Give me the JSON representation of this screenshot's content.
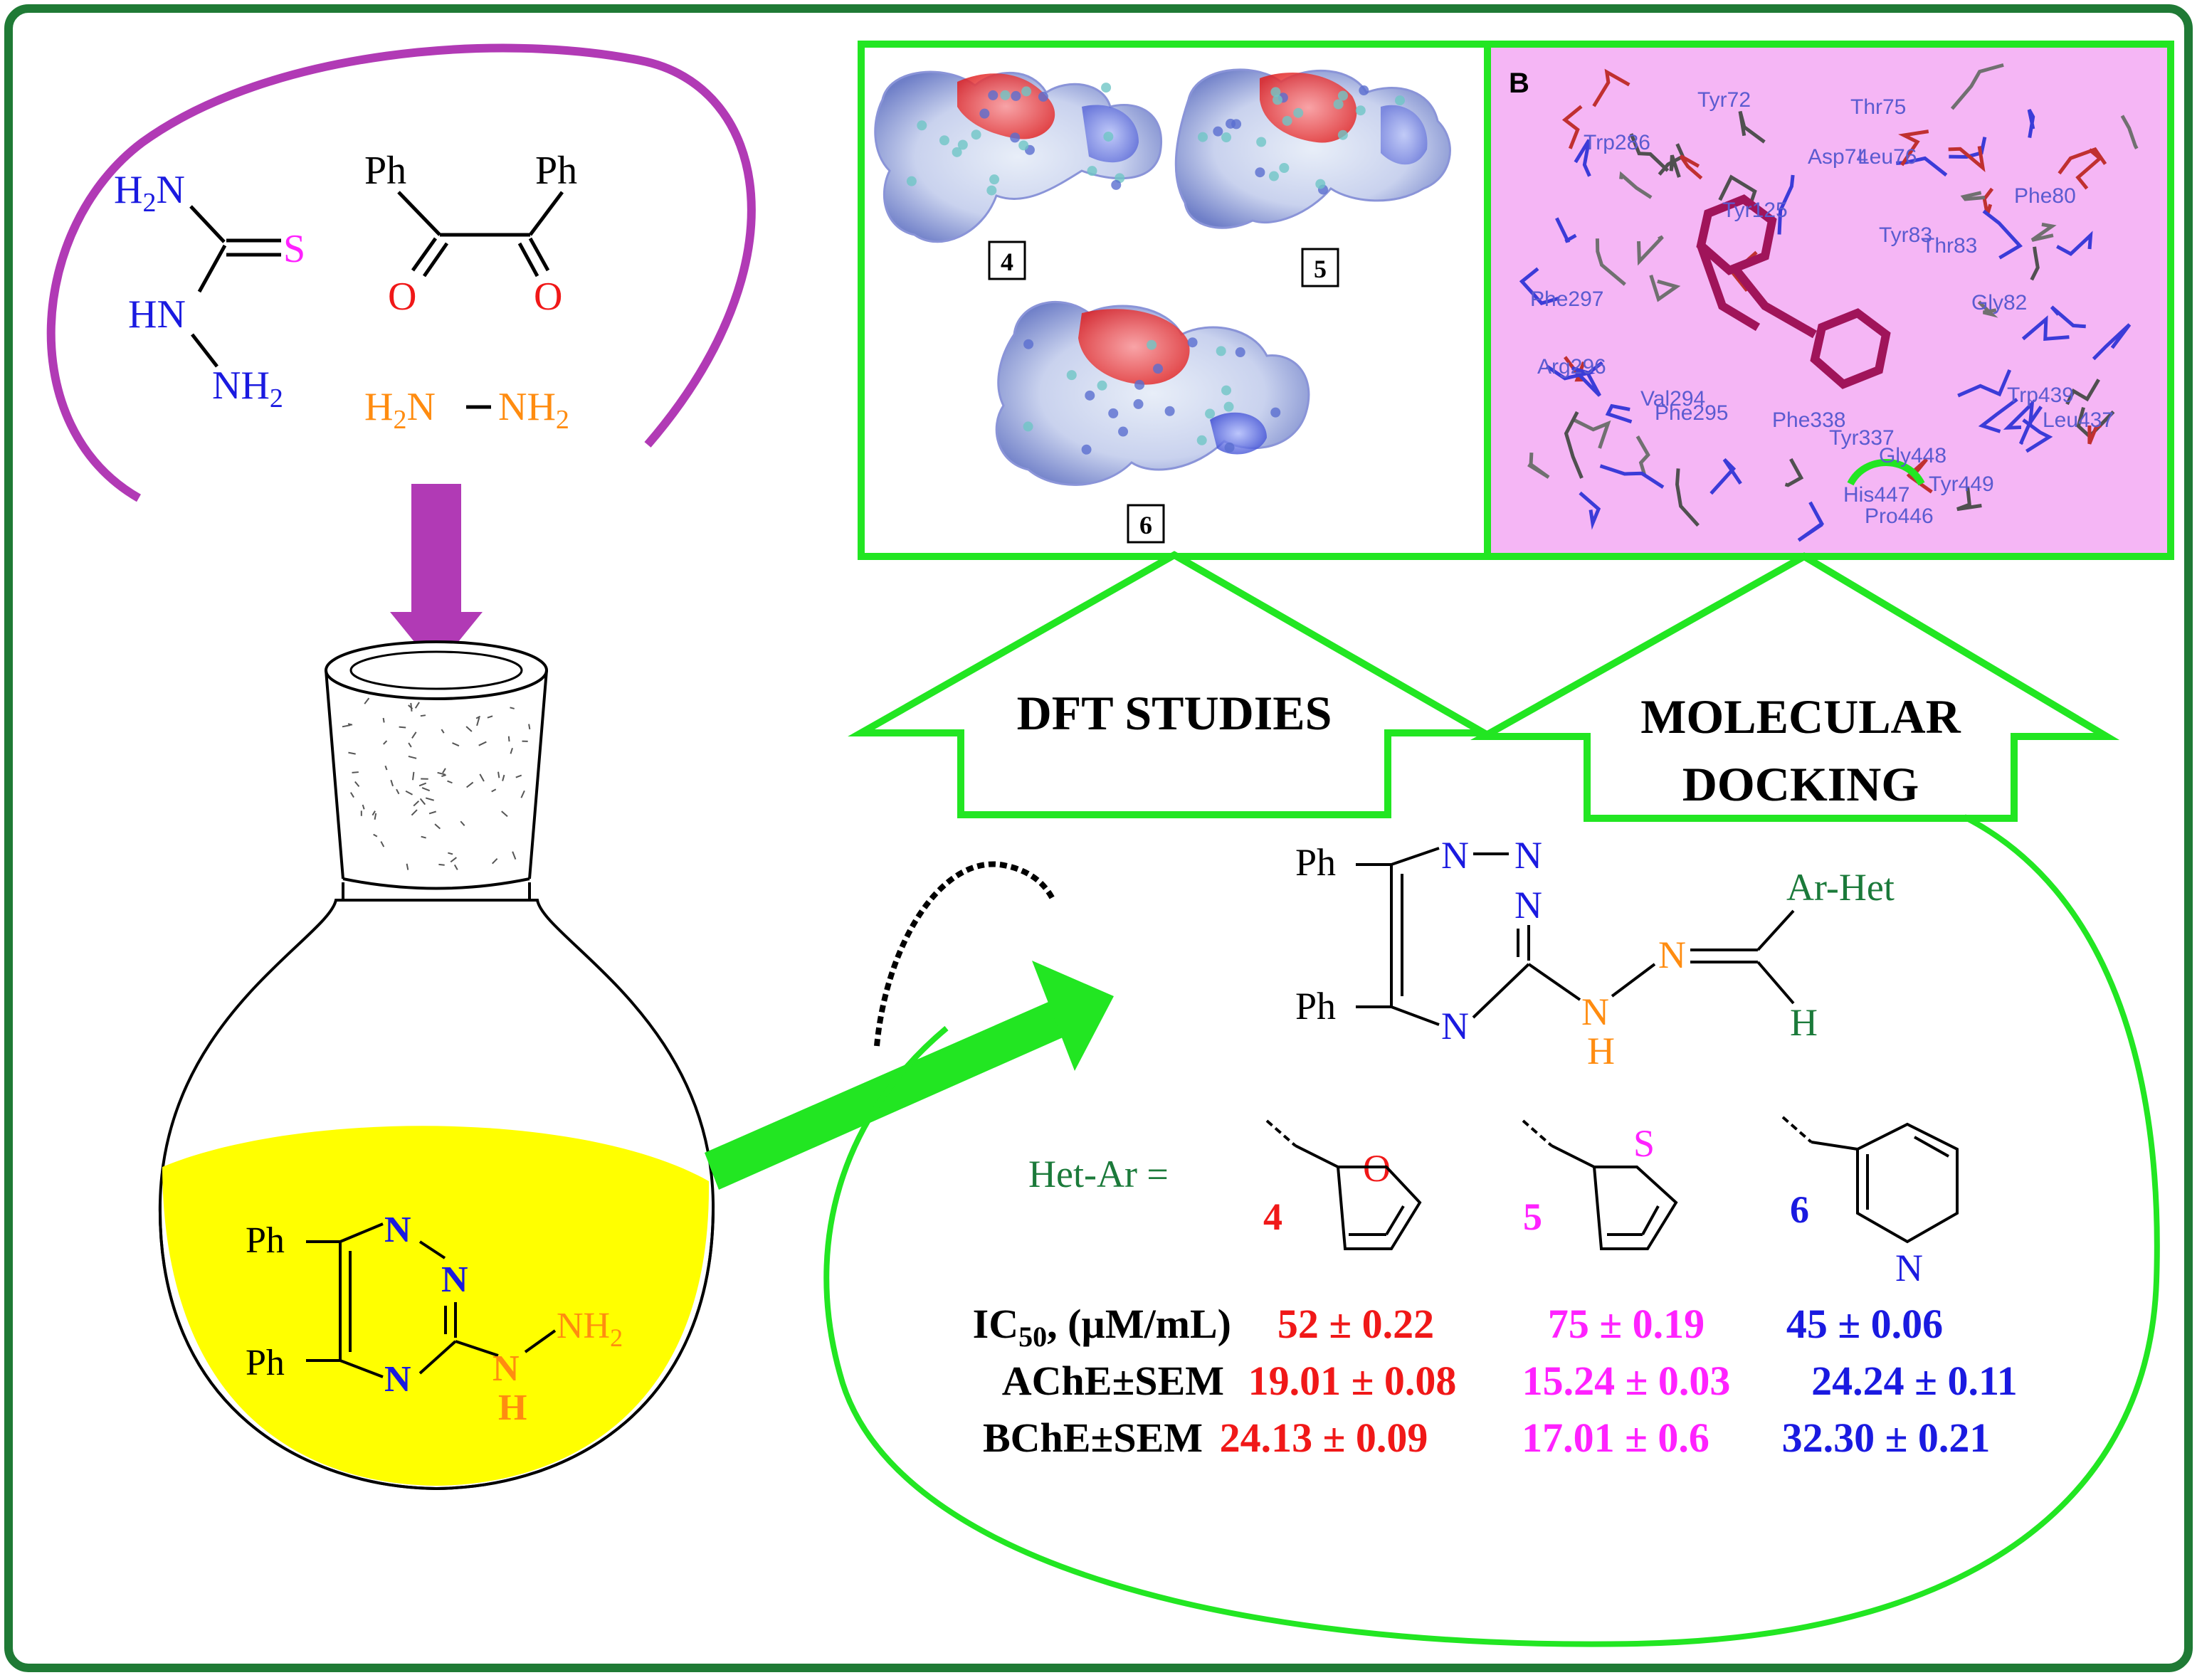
{
  "reagents": {
    "thiosemicarbazide": {
      "h2n": "H",
      "h2n_sub": "2",
      "h2n_n": "N",
      "s": "S",
      "hn": "HN",
      "nh2": "NH",
      "nh2_sub": "2"
    },
    "benzil": {
      "ph_left": "Ph",
      "ph_right": "Ph",
      "o_left": "O",
      "o_right": "O"
    },
    "hydrazine": {
      "left_h": "H",
      "left_sub": "2",
      "left_n": "N",
      "right_nh": "NH",
      "right_sub": "2"
    }
  },
  "flask_product": {
    "ph_top": "Ph",
    "ph_bottom": "Ph",
    "n1": "N",
    "n2": "N",
    "n3": "N",
    "nh2": "NH",
    "nh2_sub": "2",
    "nh_n": "N",
    "nh_h": "H"
  },
  "dft_panel": {
    "labels": [
      "4",
      "5",
      "6"
    ]
  },
  "docking_panel": {
    "corner_label": "B",
    "residues": [
      "Tyr72",
      "Thr75",
      "Trp286",
      "Asp74",
      "Leu76",
      "Phe80",
      "Tyr125",
      "Tyr83",
      "Thr83",
      "Gly82",
      "Phe297",
      "Arg296",
      "Val294",
      "Phe295",
      "Phe338",
      "Tyr337",
      "His447",
      "Gly448",
      "Tyr449",
      "Pro446",
      "Trp439",
      "Leu437"
    ]
  },
  "arrows": {
    "dft": "DFT STUDIES",
    "docking_line1": "MOLECULAR",
    "docking_line2": "DOCKING"
  },
  "general_structure": {
    "ph_top": "Ph",
    "ph_bottom": "Ph",
    "n_a": "N",
    "n_b": "N",
    "n_c": "N",
    "n_d": "N",
    "nh_n": "N",
    "nh_h": "H",
    "ar_het": "Ar-Het",
    "h": "H"
  },
  "het_ar": {
    "label": "Het-Ar =",
    "compounds": [
      {
        "id": "4",
        "hetero": "O"
      },
      {
        "id": "5",
        "hetero": "S"
      },
      {
        "id": "6",
        "hetero": "N"
      }
    ]
  },
  "table": {
    "rows": [
      {
        "label": "IC",
        "label_sub": "50",
        "label_rest": ", (µM/mL)",
        "values": [
          "52 ± 0.22",
          "75 ± 0.19",
          "45 ± 0.06"
        ]
      },
      {
        "label": "AChE±SEM",
        "values": [
          "19.01 ± 0.08",
          "15.24 ± 0.03",
          "24.24 ± 0.11"
        ]
      },
      {
        "label": "BChE±SEM",
        "values": [
          "24.13 ± 0.09",
          "17.01 ± 0.6",
          "32.30 ± 0.21"
        ]
      }
    ]
  },
  "colors": {
    "frame": "#1f7a35",
    "green": "#22e622",
    "magenta": "#b13ab5",
    "blue": "#1a1ae0",
    "pink_s": "#ff22ff",
    "red": "#f01818",
    "orange": "#ff8c10",
    "dark_green": "#1b7a3a",
    "yellow": "#ffff00",
    "docking_bg": "#f5b6f5"
  }
}
